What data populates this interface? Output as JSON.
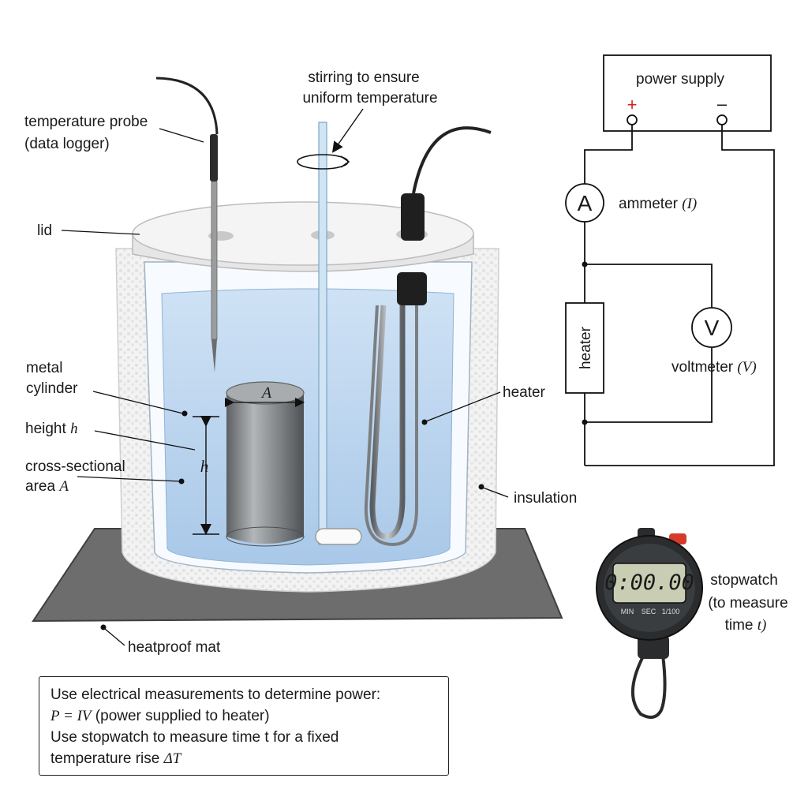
{
  "labels": {
    "stirring_line1": "stirring to ensure",
    "stirring_line2": "uniform temperature",
    "probe_line1": "temperature probe",
    "probe_line2": "(data logger)",
    "lid": "lid",
    "metal_line1": "metal",
    "metal_line2": "cylinder",
    "height_text": "height",
    "height_symbol": "h",
    "area_line1": "cross-sectional",
    "area_text": "area",
    "area_symbol": "A",
    "heater": "heater",
    "insulation": "insulation",
    "heatproof_mat": "heatproof mat",
    "cyl_area_symbol": "A",
    "cyl_height_symbol": "h"
  },
  "circuit": {
    "power_supply": "power supply",
    "plus": "+",
    "minus": "–",
    "ammeter_symbol": "A",
    "ammeter_text": "ammeter",
    "ammeter_quantity": "(I)",
    "voltmeter_symbol": "V",
    "voltmeter_text": "voltmeter",
    "voltmeter_quantity": "(V)",
    "heater": "heater"
  },
  "stopwatch": {
    "display": "0:00.00",
    "sub_min": "MIN",
    "sub_sec": "SEC",
    "sub_hund": "1/100",
    "label_line1": "stopwatch",
    "label_line2": "(to measure",
    "label_line3_text": "time",
    "label_line3_symbol": "t)"
  },
  "notes": {
    "line1": "Use electrical measurements to determine power:",
    "line2_formula": "P = IV",
    "line2_rest": " (power supplied to heater)",
    "line3": "Use stopwatch to measure time t for a fixed",
    "line4_text": "temperature rise ",
    "line4_symbol": "ΔT"
  },
  "colors": {
    "water": "#b7d3ee",
    "insulation": "#efefef",
    "mat": "#707070",
    "lid": "#f4f4f4",
    "metal": "#8a8d90",
    "plus_red": "#d62020",
    "stopwatch_body": "#2a2c2e",
    "lcd": "#c9cdb3"
  }
}
